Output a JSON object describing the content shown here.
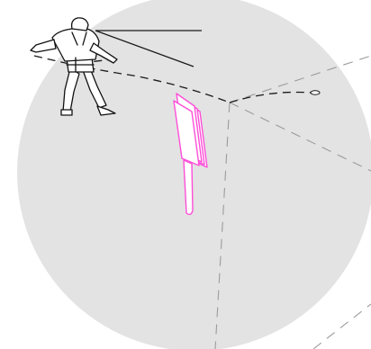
{
  "scene": {
    "type": "line-art-illustration",
    "title": "",
    "subtitle": "",
    "caption": ""
  },
  "figure": {
    "icon": "person-pointing-icon",
    "color": "#111111"
  },
  "sign": {
    "icon": "paddle-sign-icon",
    "color": "#ff4fd8"
  },
  "spotlight": {
    "icon": "spotlight-circle",
    "color": "#e3e3e3"
  },
  "guides": {
    "style": "dashed",
    "color": "#9b9b9b",
    "dark_color": "#1a1a1a"
  }
}
